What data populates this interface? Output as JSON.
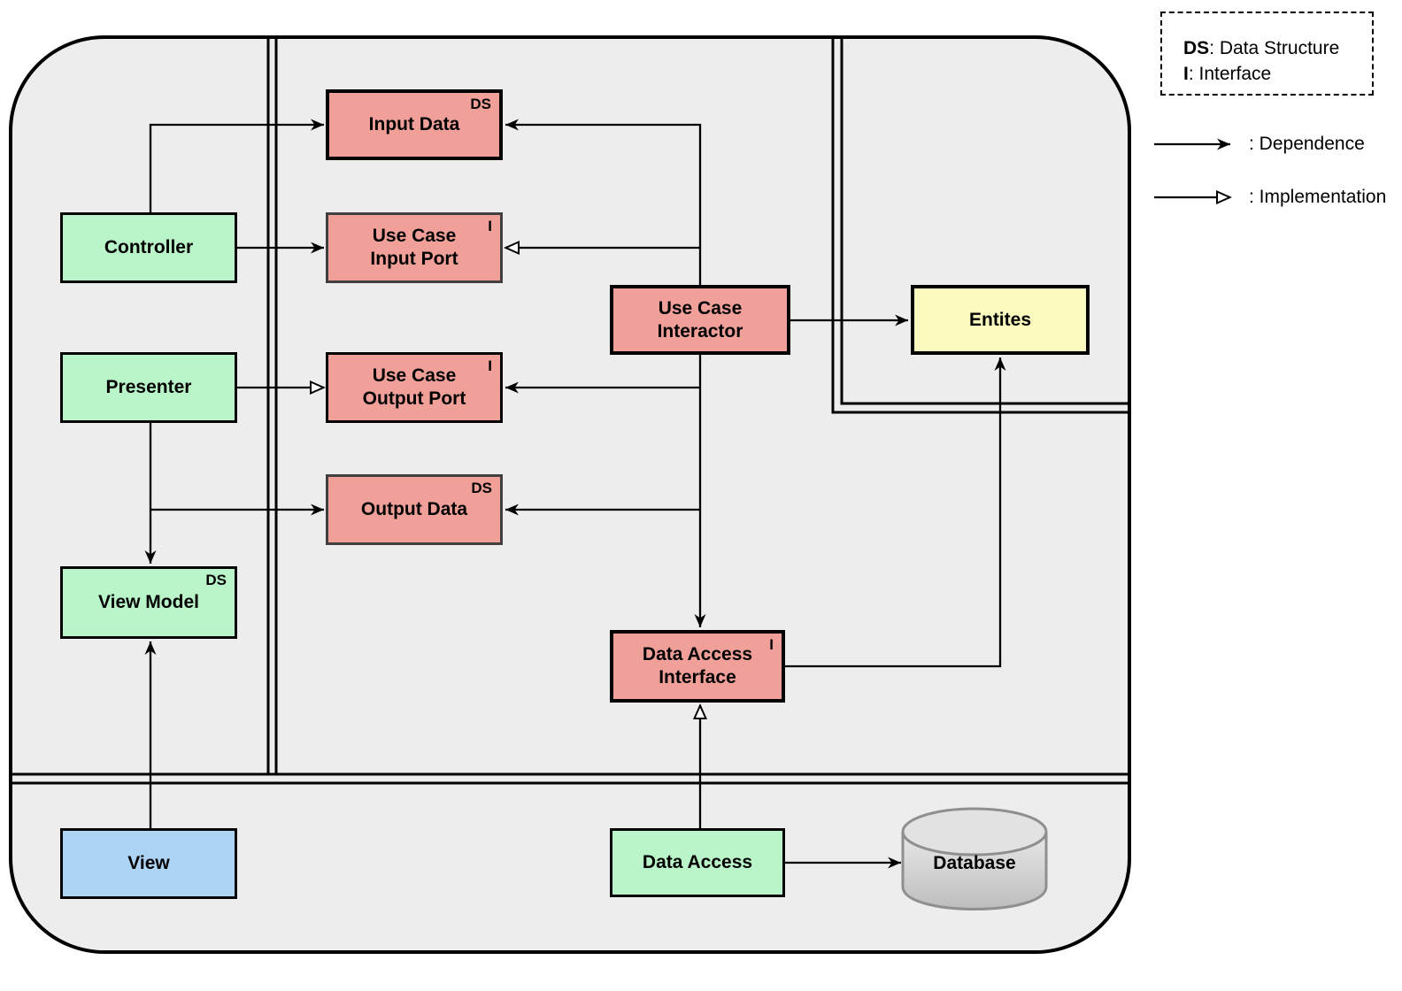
{
  "colors": {
    "container_fill": "#ededed",
    "node_green": "#b9f5c8",
    "node_pink": "#f0a099",
    "node_yellow": "#fafabe",
    "node_blue": "#aed4f5",
    "database_fill_top": "#e9e9e9",
    "database_fill_bottom": "#bdbdbd",
    "database_stroke": "#8f8f8f",
    "line": "#000000"
  },
  "legend_box": {
    "items": [
      {
        "abbr": "DS",
        "rest": ": Data Structure"
      },
      {
        "abbr": "I",
        "rest": ": Interface"
      }
    ]
  },
  "arrow_legend": {
    "dependence": ": Dependence",
    "implementation": ": Implementation"
  },
  "nodes": {
    "controller": {
      "label": "Controller"
    },
    "presenter": {
      "label": "Presenter"
    },
    "view_model": {
      "label": "View Model",
      "tag": "DS"
    },
    "view": {
      "label": "View"
    },
    "input_data": {
      "label": "Input Data",
      "tag": "DS"
    },
    "use_case_input_port": {
      "label": "Use Case\nInput Port",
      "tag": "I"
    },
    "use_case_output_port": {
      "label": "Use Case\nOutput Port",
      "tag": "I"
    },
    "output_data": {
      "label": "Output Data",
      "tag": "DS"
    },
    "use_case_interactor": {
      "label": "Use Case\nInteractor"
    },
    "data_access_interface": {
      "label": "Data Access\nInterface",
      "tag": "I"
    },
    "data_access": {
      "label": "Data Access"
    },
    "entities": {
      "label": "Entites"
    },
    "database": {
      "label": "Database"
    }
  },
  "edges": [
    {
      "from": "Controller",
      "to": "Input Data",
      "type": "dependence"
    },
    {
      "from": "Controller",
      "to": "Use Case Input Port",
      "type": "dependence"
    },
    {
      "from": "Presenter",
      "to": "Use Case Output Port",
      "type": "implementation"
    },
    {
      "from": "Presenter",
      "to": "View Model",
      "type": "dependence"
    },
    {
      "from": "Presenter",
      "to": "Output Data",
      "type": "dependence"
    },
    {
      "from": "View",
      "to": "View Model",
      "type": "dependence"
    },
    {
      "from": "Use Case Interactor",
      "to": "Input Data",
      "type": "dependence"
    },
    {
      "from": "Use Case Interactor",
      "to": "Use Case Input Port",
      "type": "implementation"
    },
    {
      "from": "Use Case Interactor",
      "to": "Use Case Output Port",
      "type": "dependence"
    },
    {
      "from": "Use Case Interactor",
      "to": "Output Data",
      "type": "dependence"
    },
    {
      "from": "Use Case Interactor",
      "to": "Data Access Interface",
      "type": "dependence"
    },
    {
      "from": "Use Case Interactor",
      "to": "Entites",
      "type": "dependence"
    },
    {
      "from": "Data Access Interface",
      "to": "Entites",
      "type": "dependence"
    },
    {
      "from": "Data Access",
      "to": "Data Access Interface",
      "type": "implementation"
    },
    {
      "from": "Data Access",
      "to": "Database",
      "type": "dependence"
    }
  ]
}
